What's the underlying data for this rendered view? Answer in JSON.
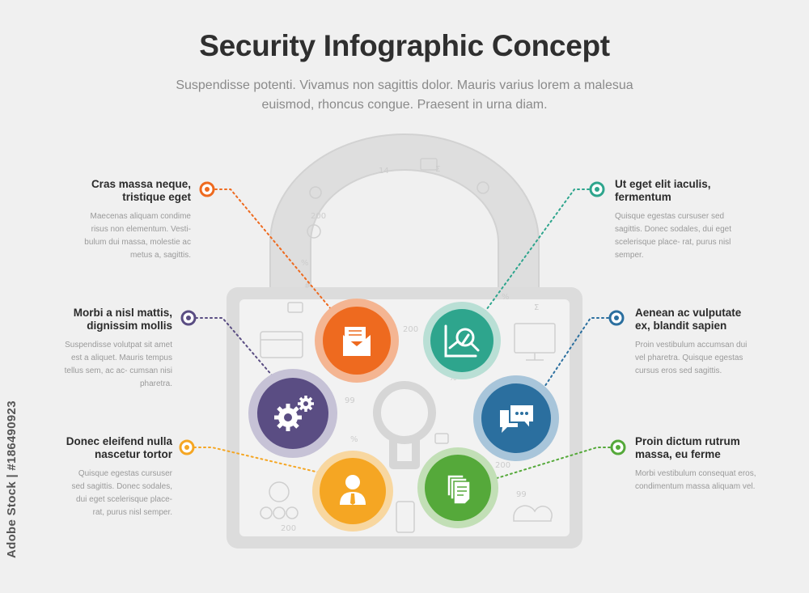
{
  "title": "Security Infographic Concept",
  "subtitle": "Suspendisse potenti. Vivamus non sagittis dolor. Mauris varius lorem a malesua euismod, rhoncus congue. Praesent in urna diam.",
  "colors": {
    "orange": "#ee6a1f",
    "teal": "#2ea58d",
    "purple": "#5a4d83",
    "blue": "#2b6f9f",
    "yellow": "#f5a623",
    "green": "#55a93a",
    "lock": "#dcdcdc",
    "background": "#f0f0f0"
  },
  "items": [
    {
      "id": "orange",
      "title_line1": "Cras massa neque,",
      "title_line2": "tristique eget",
      "body": "Maecenas aliquam condime risus non elementum. Vesti- bulum dui massa, molestie ac metus a, sagittis.",
      "icon": "envelope-icon"
    },
    {
      "id": "teal",
      "title_line1": "Ut eget elit iaculis,",
      "title_line2": "fermentum",
      "body": "Quisque egestas cursuser sed sagittis. Donec sodales, dui eget scelerisque place- rat, purus nisl semper.",
      "icon": "chart-search-icon"
    },
    {
      "id": "purple",
      "title_line1": "Morbi a nisl mattis,",
      "title_line2": "dignissim mollis",
      "body": "Suspendisse volutpat sit amet est a aliquet. Mauris tempus tellus sem, ac ac- cumsan nisi pharetra.",
      "icon": "gears-icon"
    },
    {
      "id": "blue",
      "title_line1": "Aenean ac vulputate",
      "title_line2": "ex, blandit sapien",
      "body": "Proin vestibulum accumsan dui vel pharetra. Quisque egestas cursus eros sed sagittis.",
      "icon": "chat-icon"
    },
    {
      "id": "yellow",
      "title_line1": "Donec eleifend nulla",
      "title_line2": "nascetur tortor",
      "body": "Quisque egestas cursuser sed sagittis. Donec sodales, dui eget scelerisque place- rat, purus nisl semper.",
      "icon": "person-icon"
    },
    {
      "id": "green",
      "title_line1": "Proin dictum rutrum",
      "title_line2": "massa, eu ferme",
      "body": "Morbi vestibulum consequat eros, condimentum massa aliquam vel.",
      "icon": "documents-icon"
    }
  ],
  "watermark": "Adobe Stock | #186490923"
}
